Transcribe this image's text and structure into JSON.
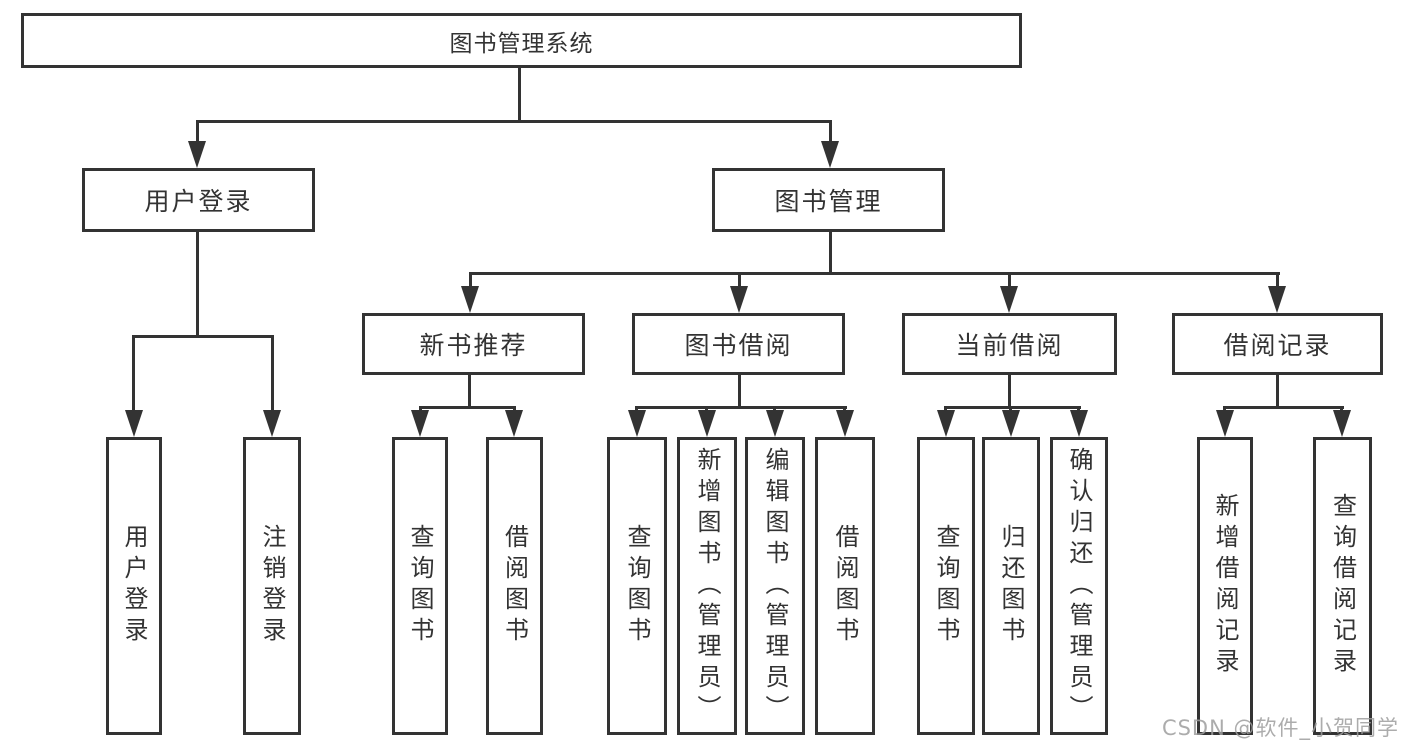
{
  "colors": {
    "line": "#333333",
    "text": "#333333",
    "watermark": "#9e9e9e",
    "background": "#ffffff"
  },
  "watermark": {
    "text": "CSDN @软件_小贺同学"
  },
  "diagram": {
    "type": "tree",
    "root": {
      "label": "图书管理系统"
    },
    "branches": [
      {
        "label": "用户登录",
        "children": [
          {
            "label": "用户登录"
          },
          {
            "label": "注销登录"
          }
        ]
      },
      {
        "label": "图书管理",
        "children": [
          {
            "label": "新书推荐",
            "children": [
              {
                "label": "查询图书"
              },
              {
                "label": "借阅图书"
              }
            ]
          },
          {
            "label": "图书借阅",
            "children": [
              {
                "label": "查询图书"
              },
              {
                "label": "新增图书（管理员）"
              },
              {
                "label": "编辑图书（管理员）"
              },
              {
                "label": "借阅图书"
              }
            ]
          },
          {
            "label": "当前借阅",
            "children": [
              {
                "label": "查询图书"
              },
              {
                "label": "归还图书"
              },
              {
                "label": "确认归还（管理员）"
              }
            ]
          },
          {
            "label": "借阅记录",
            "children": [
              {
                "label": "新增借阅记录"
              },
              {
                "label": "查询借阅记录"
              }
            ]
          }
        ]
      }
    ]
  }
}
